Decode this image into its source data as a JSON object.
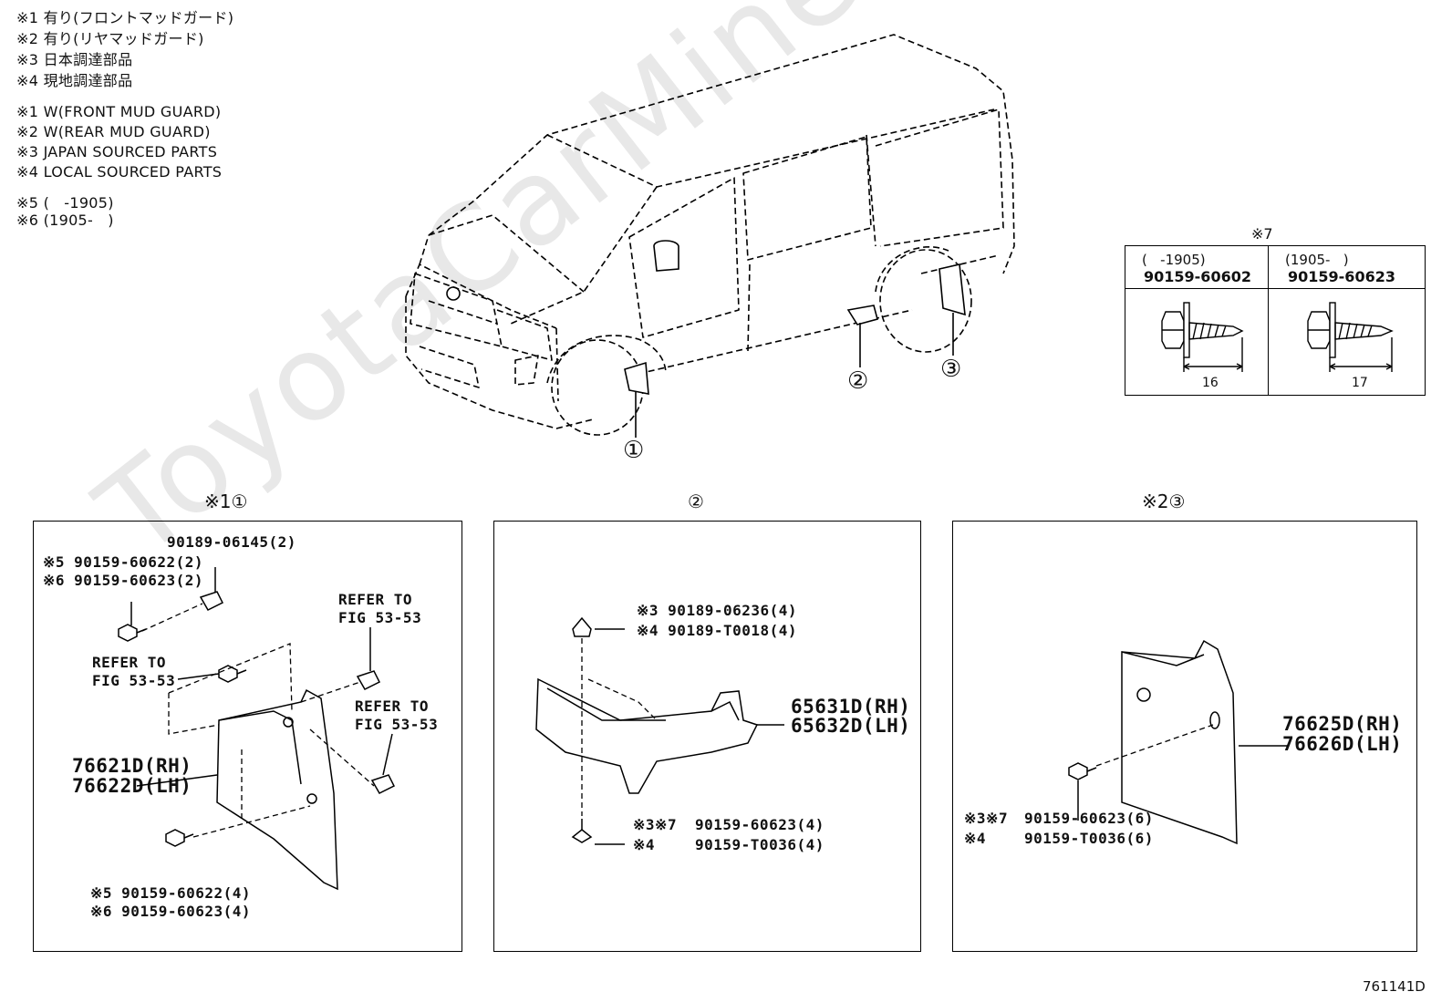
{
  "legend_jp": [
    "※1 有り(フロントマッドガード)",
    "※2 有り(リヤマッドガード)",
    "※3 日本調達部品",
    "※4 現地調達部品"
  ],
  "legend_en": [
    "※1 W(FRONT MUD GUARD)",
    "※2 W(REAR MUD GUARD)",
    "※3 JAPAN SOURCED PARTS",
    "※4 LOCAL SOURCED PARTS"
  ],
  "legend_dates": [
    "※5 (   -1905)",
    "※6 (1905-   )"
  ],
  "watermark": "ToyotaCarMine.ru",
  "callouts": {
    "c1": "①",
    "c2": "②",
    "c3": "③"
  },
  "table7": {
    "title": "※7",
    "col1_date": "(   -1905)",
    "col1_part": "90159-60602",
    "col1_len": "16",
    "col2_date": "(1905-   )",
    "col2_part": "90159-60623",
    "col2_len": "17"
  },
  "panel1": {
    "header": "※1①",
    "bolt_top": "90189-06145(2)",
    "note5_top": "※5 90159-60622(2)",
    "note6_top": "※6 90159-60623(2)",
    "refer_a1": "REFER TO",
    "refer_a2": "FIG 53-53",
    "refer_b1": "REFER TO",
    "refer_b2": "FIG 53-53",
    "refer_c1": "REFER TO",
    "refer_c2": "FIG 53-53",
    "part_rh": "76621D(RH)",
    "part_lh": "76622D(LH)",
    "note5_bot": "※5 90159-60622(4)",
    "note6_bot": "※6 90159-60623(4)"
  },
  "panel2": {
    "header": "②",
    "clip3": "※3 90189-06236(4)",
    "clip4": "※4 90189-T0018(4)",
    "part_rh": "65631D(RH)",
    "part_lh": "65632D(LH)",
    "screw37_prefix": "※3※7",
    "screw37": "90159-60623(4)",
    "screw4_prefix": "※4",
    "screw4": "90159-T0036(4)"
  },
  "panel3": {
    "header": "※2③",
    "part_rh": "76625D(RH)",
    "part_lh": "76626D(LH)",
    "screw37_prefix": "※3※7",
    "screw37": "90159-60623(6)",
    "screw4_prefix": "※4",
    "screw4": "90159-T0036(6)"
  },
  "figure_id": "761141D"
}
